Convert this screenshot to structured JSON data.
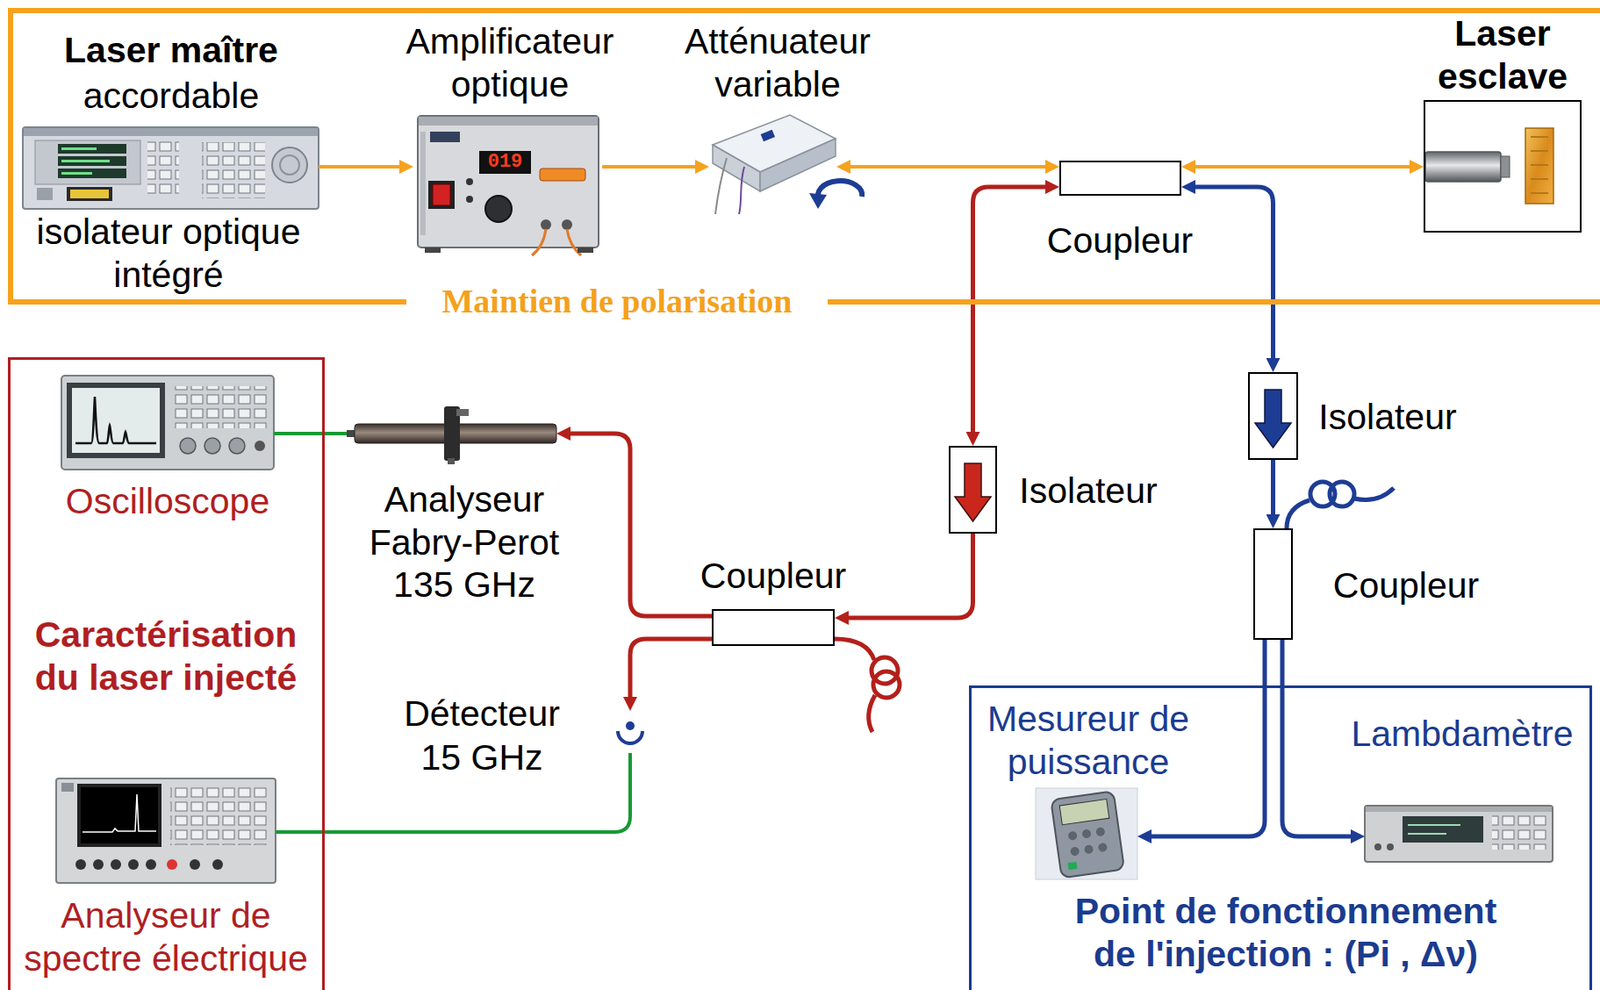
{
  "diagram": {
    "nodes": [
      {
        "text": [
          "Maintien de polarisation"
        ]
      },
      {
        "text": [
          "Laser maître",
          "accordable",
          "isolateur optique intégré"
        ],
        "in": 0
      },
      {
        "text": [
          "Amplificateur optique"
        ],
        "in": 0
      },
      {
        "text": [
          "Atténuateur variable"
        ],
        "in": 0
      },
      {
        "text": [
          "Coupleur"
        ],
        "in": 0
      },
      {
        "text": [
          "Laser esclave"
        ],
        "in": 0
      },
      {
        "text": [
          "Caractérisation du laser injecté"
        ]
      },
      {
        "text": [
          "Oscilloscope"
        ],
        "in": 6
      },
      {
        "text": [
          "Analyseur Fabry-Perot",
          "135 GHz"
        ]
      },
      {
        "text": [
          "Isolateur"
        ]
      },
      {
        "text": [
          "Isolateur"
        ]
      },
      {
        "text": [
          "Coupleur"
        ]
      },
      {
        "text": [
          "Coupleur"
        ]
      },
      {
        "text": [
          "Détecteur",
          "15 GHz"
        ]
      },
      {
        "text": [
          "Analyseur de spectre électrique"
        ],
        "in": 6
      },
      {
        "text": [
          "Point de fonctionnement de l'injection : (Pi , Δν)"
        ]
      },
      {
        "text": [
          "Mesureur de puissance"
        ],
        "in": 15
      },
      {
        "text": [
          "Lambdamètre"
        ],
        "in": 15
      }
    ],
    "edges": [
      {
        "from": 1,
        "to": 2,
        "arrow": "to"
      },
      {
        "from": 2,
        "to": 3,
        "arrow": "to"
      },
      {
        "from": 3,
        "to": 4,
        "arrow": "both"
      },
      {
        "from": 4,
        "to": 5,
        "arrow": "both"
      },
      {
        "from": 4,
        "to": 9,
        "arrow": "both"
      },
      {
        "from": 4,
        "to": 10,
        "arrow": "both"
      },
      {
        "from": 9,
        "to": 11,
        "arrow": "to"
      },
      {
        "from": 11,
        "to": 8,
        "arrow": "to"
      },
      {
        "from": 11,
        "to": 13,
        "arrow": "to"
      },
      {
        "from": 8,
        "to": 7,
        "arrow": "none"
      },
      {
        "from": 13,
        "to": 14,
        "arrow": "none"
      },
      {
        "from": 10,
        "to": 12,
        "arrow": "to"
      },
      {
        "from": 12,
        "to": 16,
        "arrow": "to"
      },
      {
        "from": 12,
        "to": 17,
        "arrow": "to"
      }
    ],
    "labels": [
      "019"
    ]
  }
}
